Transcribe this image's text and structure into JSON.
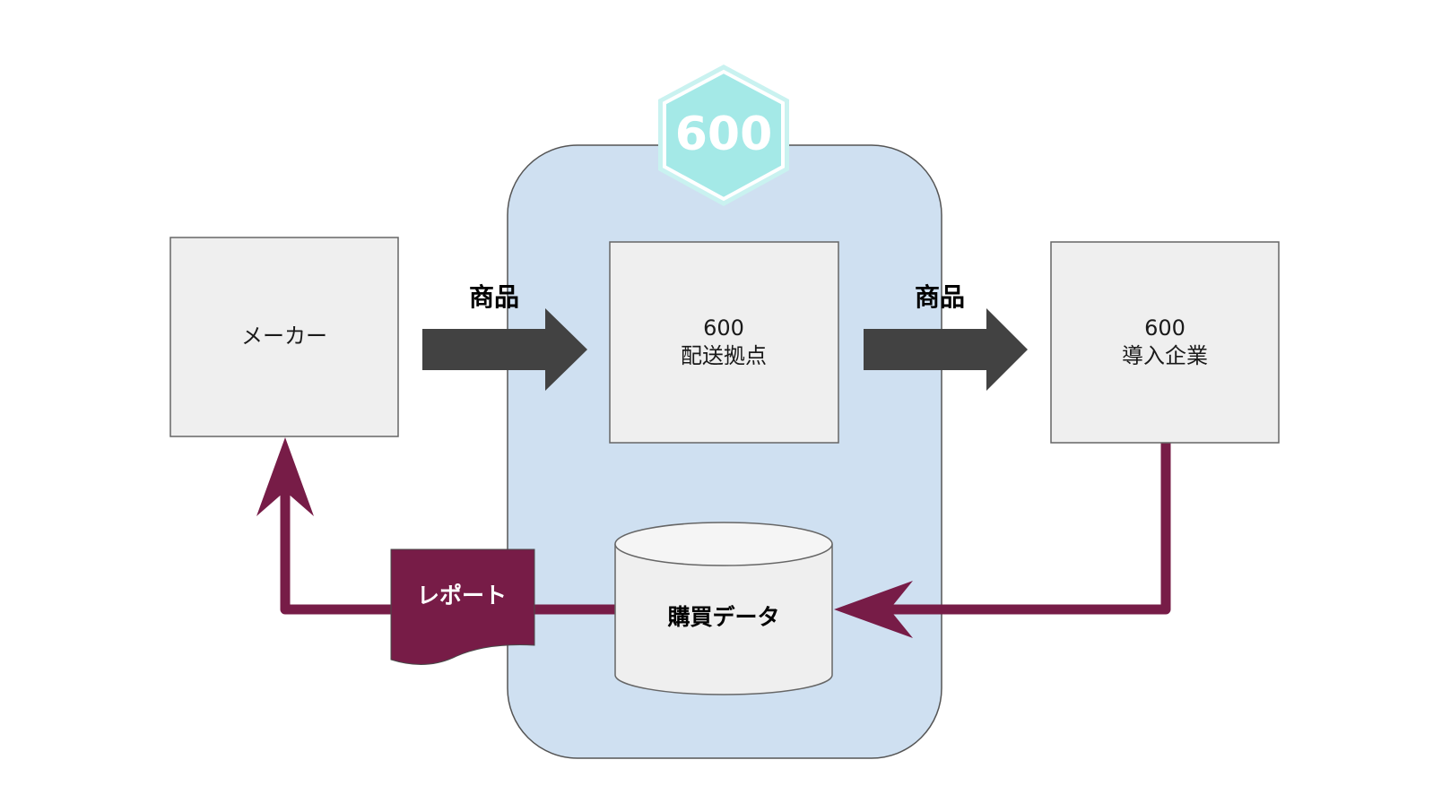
{
  "badge": {
    "label": "600"
  },
  "maker": {
    "label": "メーカー"
  },
  "flow_left": {
    "label": "商品"
  },
  "flow_right": {
    "label": "商品"
  },
  "hub": {
    "line1": "600",
    "line2": "配送拠点"
  },
  "client": {
    "line1": "600",
    "line2": "導入企業"
  },
  "database": {
    "label": "購買データ"
  },
  "report": {
    "label": "レポート"
  },
  "colors": {
    "container_fill": "#cfe0f1",
    "box_fill": "#efefef",
    "arrow_dark": "#424242",
    "feedback": "#771c47",
    "badge_fill": "#a4e9e7"
  }
}
